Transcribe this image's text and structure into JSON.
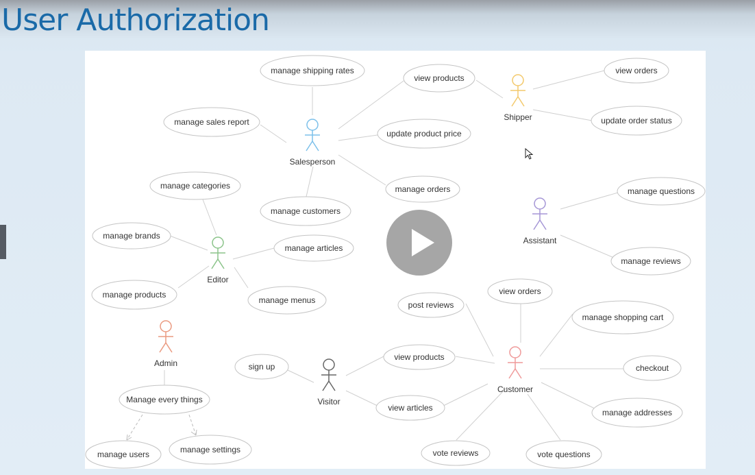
{
  "slide": {
    "title": "User Authorization"
  },
  "actors": [
    {
      "id": "salesperson",
      "label": "Salesperson",
      "color": "#7cc0ea"
    },
    {
      "id": "shipper",
      "label": "Shipper",
      "color": "#f3c96c"
    },
    {
      "id": "editor",
      "label": "Editor",
      "color": "#8bc48a"
    },
    {
      "id": "assistant",
      "label": "Assistant",
      "color": "#a596d6"
    },
    {
      "id": "admin",
      "label": "Admin",
      "color": "#ea9a80"
    },
    {
      "id": "visitor",
      "label": "Visitor",
      "color": "#666666"
    },
    {
      "id": "customer",
      "label": "Customer",
      "color": "#ef9a9a"
    }
  ],
  "use_cases": [
    {
      "id": "uc1",
      "label": "manage shipping rates"
    },
    {
      "id": "uc2",
      "label": "view products"
    },
    {
      "id": "uc3",
      "label": "manage sales report"
    },
    {
      "id": "uc4",
      "label": "update product price"
    },
    {
      "id": "uc5",
      "label": "manage orders"
    },
    {
      "id": "uc6",
      "label": "manage customers"
    },
    {
      "id": "uc7",
      "label": "view orders"
    },
    {
      "id": "uc8",
      "label": "update order status"
    },
    {
      "id": "uc9",
      "label": "manage categories"
    },
    {
      "id": "uc10",
      "label": "manage brands"
    },
    {
      "id": "uc11",
      "label": "manage articles"
    },
    {
      "id": "uc12",
      "label": "manage products"
    },
    {
      "id": "uc13",
      "label": "manage menus"
    },
    {
      "id": "uc14",
      "label": "manage questions"
    },
    {
      "id": "uc15",
      "label": "manage reviews"
    },
    {
      "id": "uc16",
      "label": "Manage every things"
    },
    {
      "id": "uc17",
      "label": "manage users"
    },
    {
      "id": "uc18",
      "label": "manage settings"
    },
    {
      "id": "uc19",
      "label": "sign up"
    },
    {
      "id": "uc20",
      "label": "view products"
    },
    {
      "id": "uc21",
      "label": "view articles"
    },
    {
      "id": "uc22",
      "label": "post reviews"
    },
    {
      "id": "uc23",
      "label": "view orders"
    },
    {
      "id": "uc24",
      "label": "manage shopping cart"
    },
    {
      "id": "uc25",
      "label": "checkout"
    },
    {
      "id": "uc26",
      "label": "manage addresses"
    },
    {
      "id": "uc27",
      "label": "vote reviews"
    },
    {
      "id": "uc28",
      "label": "vote questions"
    }
  ],
  "controls": {
    "play_icon": "play-icon",
    "cursor_icon": "mouse-pointer-icon"
  }
}
